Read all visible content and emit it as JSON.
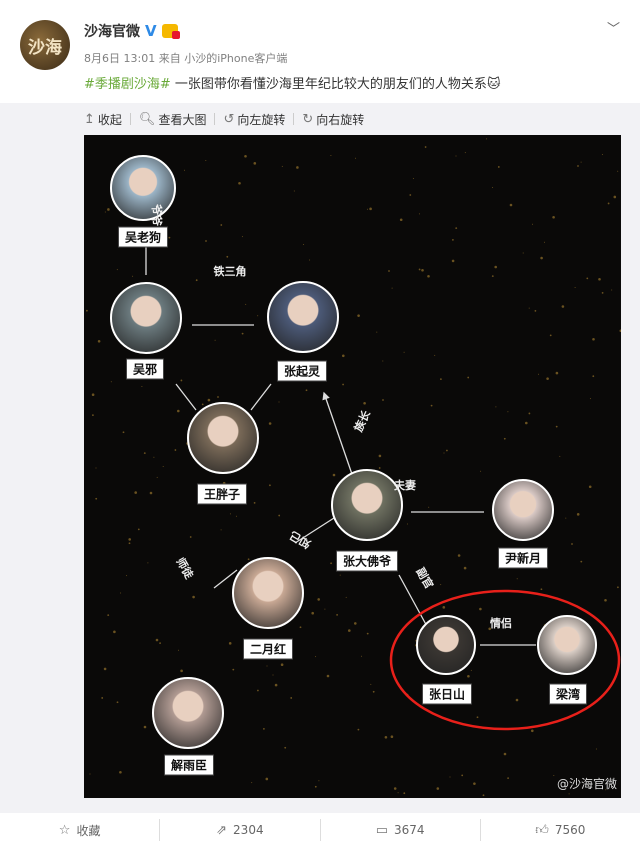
{
  "post": {
    "avatar_text": "沙海",
    "username": "沙海官微",
    "verified": "V",
    "time": "8月6日 13:01",
    "source_prefix": "来自",
    "source": "小沙的iPhone客户端",
    "hashtag": "#季播剧沙海#",
    "text": " 一张图带你看懂沙海里年纪比较大的朋友们的人物关系",
    "emoji": "🐱"
  },
  "toolbar": {
    "collapse": "收起",
    "view_large": "查看大图",
    "rotate_left": "向左旋转",
    "rotate_right": "向右旋转"
  },
  "image": {
    "characters": [
      {
        "name": "吴老狗",
        "color": "#9bb4c6"
      },
      {
        "name": "吴邪",
        "color": "#6b7a7e"
      },
      {
        "name": "张起灵",
        "color": "#4c5a78"
      },
      {
        "name": "王胖子",
        "color": "#7a6a58"
      },
      {
        "name": "张大佛爷",
        "color": "#6e7060"
      },
      {
        "name": "尹新月",
        "color": "#d8c8c4"
      },
      {
        "name": "二月红",
        "color": "#c8a894"
      },
      {
        "name": "张日山",
        "color": "#3a3632"
      },
      {
        "name": "梁湾",
        "color": "#d8ccc4"
      },
      {
        "name": "解雨臣",
        "color": "#b09a92"
      }
    ],
    "relations": [
      "爷爷",
      "铁三角",
      "族长",
      "夫妻",
      "知己",
      "副官",
      "情侣",
      "师徒"
    ],
    "watermark": "@沙海官微",
    "highlight_color": "#e8201a"
  },
  "actions": {
    "favorite": "收藏",
    "repost": "2304",
    "comment": "3674",
    "like": "7560"
  }
}
